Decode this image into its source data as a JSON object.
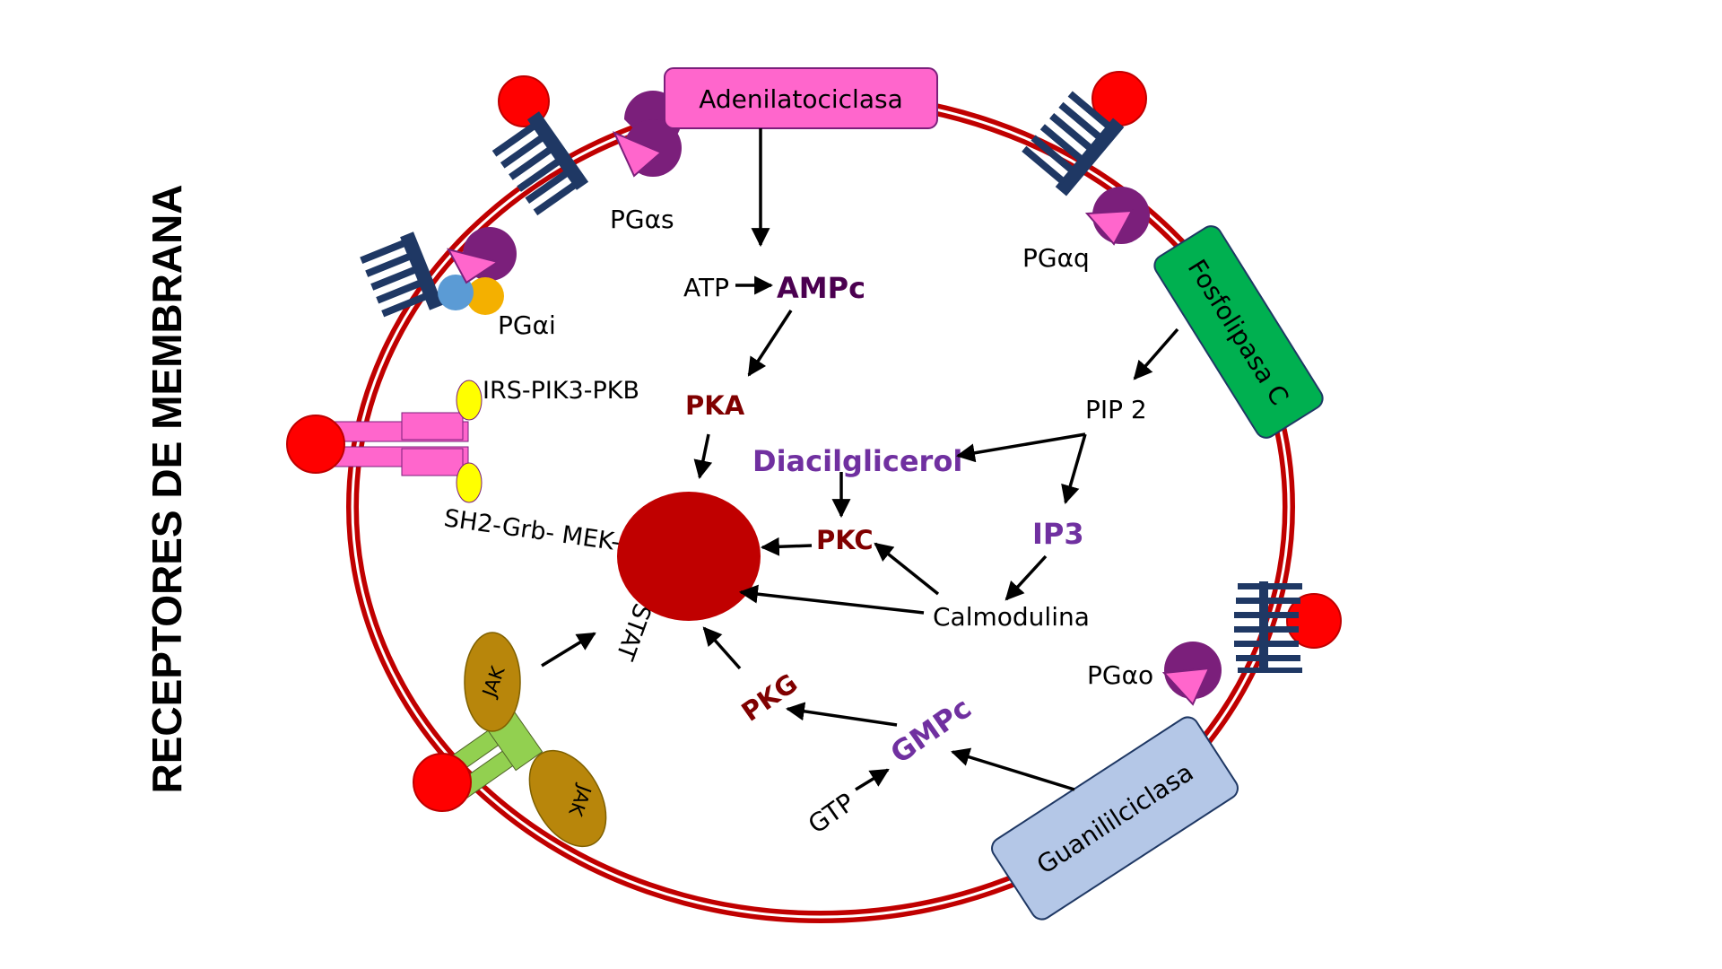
{
  "side_title": "RECEPTORES DE MEMBRANA",
  "enzymes": {
    "adenilatociclasa": "Adenilatociclasa",
    "fosfolipasa": "Fosfolipasa C",
    "guanililciclasa": "Guanililciclasa"
  },
  "g_proteins": {
    "s": "PGαs",
    "i": "PGαi",
    "q": "PGαq",
    "o": "PGαo"
  },
  "tyrosine_kinase": {
    "top": "IRS-PIK3-PKB",
    "bottom": "SH2-Grb- MEK-MAPK",
    "stat": "STAT",
    "jak1": "JAK",
    "jak2": "JAK"
  },
  "molecules": {
    "atp": "ATP",
    "ampc": "AMPc",
    "pka": "PKA",
    "pip2": "PIP 2",
    "dag": "Diacilglicerol",
    "ip3": "IP3",
    "pkc": "PKC",
    "calmodulina": "Calmodulina",
    "gtp": "GTP",
    "gmpc": "GMPc",
    "pkg": "PKG"
  },
  "colors": {
    "membrane": "#c00000",
    "ligand": "#ff0000",
    "receptor_bars": "#1f3864",
    "adenilatociclasa_fill": "#ff66cc",
    "fosfolipasa_fill": "#00b050",
    "guanililciclasa_fill": "#b4c7e7",
    "gprotein_purple": "#7b1f7b",
    "gprotein_pink": "#ff66cc",
    "mapk_node": "#c00000",
    "jak_fill": "#b8860b",
    "jak_receptor": "#92d050",
    "rtk_fill": "#ff66cc",
    "rtk_dots": "#ffff00",
    "kinase_text": "#800000",
    "lipid_text": "#7030a0"
  }
}
